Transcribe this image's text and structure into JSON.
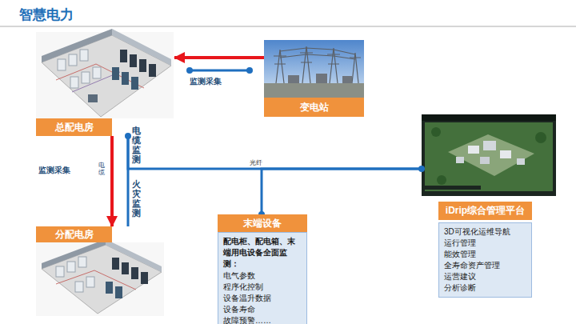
{
  "diagram": {
    "title": "智慧电力",
    "nodes": [
      {
        "text": [
          "总配电房"
        ]
      },
      {
        "text": [
          "变电站"
        ]
      },
      {
        "text": [
          "iDrip综合管理平台",
          "3D可视化运维导航",
          "运行管理",
          "能效管理",
          "全寿命资产管理",
          "运营建议",
          "分析诊断"
        ]
      },
      {
        "text": [
          "分配电房"
        ]
      },
      {
        "text": [
          "末端设备",
          "配电柜、配电箱、末端用电设备全面监测：",
          "电气参数",
          "程序化控制",
          "设备温升数据",
          "设备寿命",
          "故障预警……"
        ]
      }
    ],
    "edges": [
      {
        "from": 1,
        "to": 0,
        "arrow": "to"
      },
      {
        "from": 0,
        "to": 3,
        "arrow": "to"
      },
      {
        "from": 0,
        "to": 3,
        "arrow": "none"
      },
      {
        "from": 0,
        "to": 2,
        "label": "光纤",
        "arrow": "none"
      },
      {
        "from": 4,
        "to": 2,
        "arrow": "none"
      }
    ],
    "labels": [
      "监测采集",
      "电缆监测",
      "火灾监测",
      "监测采集",
      "电缆"
    ]
  }
}
